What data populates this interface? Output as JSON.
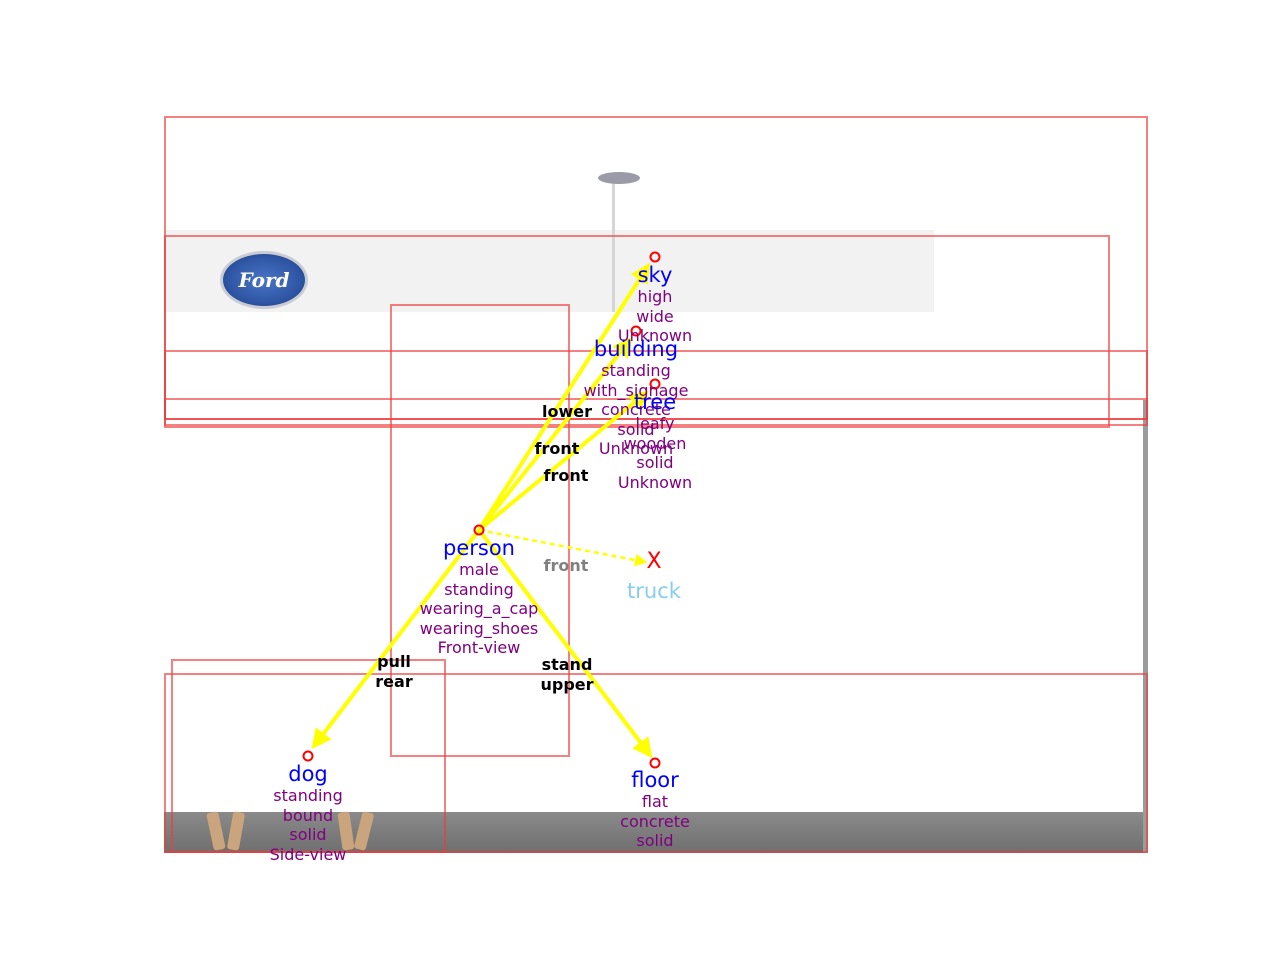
{
  "objects": {
    "sky": {
      "name": "sky",
      "attributes": [
        "high",
        "wide",
        "Unknown"
      ]
    },
    "building": {
      "name": "building",
      "attributes": [
        "standing",
        "with_signage",
        "concrete",
        "solid",
        "Unknown"
      ]
    },
    "tree": {
      "name": "tree",
      "attributes": [
        "leafy",
        "wooden",
        "solid",
        "Unknown"
      ]
    },
    "person": {
      "name": "person",
      "attributes": [
        "male",
        "standing",
        "wearing_a_cap",
        "wearing_shoes",
        "Front-view"
      ]
    },
    "truck": {
      "name": "truck",
      "marker": "X",
      "attributes": []
    },
    "dog": {
      "name": "dog",
      "attributes": [
        "standing",
        "bound",
        "solid",
        "Side-view"
      ]
    },
    "floor": {
      "name": "floor",
      "attributes": [
        "flat",
        "concrete",
        "solid"
      ]
    }
  },
  "relations": [
    {
      "from": "person",
      "to": "sky",
      "label": "lower"
    },
    {
      "from": "person",
      "to": "building",
      "label": "front"
    },
    {
      "from": "person",
      "to": "tree",
      "label": "front"
    },
    {
      "from": "person",
      "to": "truck",
      "label": "front",
      "dashed": true
    },
    {
      "from": "person",
      "to": "dog",
      "label": "pull\nrear"
    },
    {
      "from": "person",
      "to": "floor",
      "label": "stand\nupper"
    }
  ],
  "background": {
    "logo_text": "Ford"
  },
  "colors": {
    "box": "#f03c3c",
    "arrow": "#ffff00",
    "node": "#ff0000",
    "object_name": "#0000ff",
    "attribute": "#800080",
    "relation": "#000000",
    "missing_object": "#87ceeb",
    "missing_relation": "#808080"
  }
}
